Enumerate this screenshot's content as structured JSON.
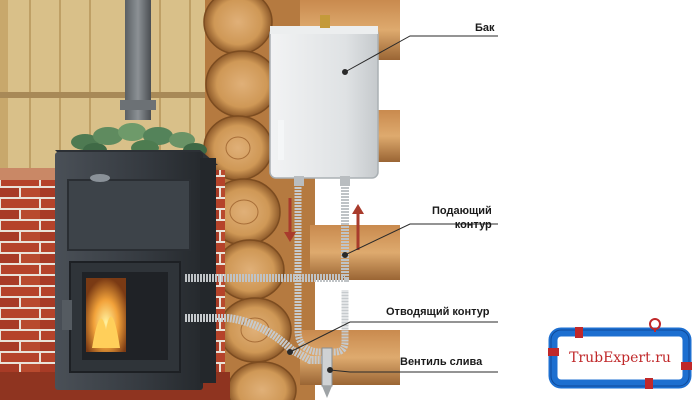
{
  "labels": {
    "tank": "Бак",
    "supply_line1": "Подающий",
    "supply_line2": "контур",
    "return": "Отводящий контур",
    "drain": "Вентиль слива"
  },
  "logo": {
    "text": "TrubExpert.ru"
  },
  "colors": {
    "brick": "#b5432a",
    "stove": "#3a3f45",
    "wood": "#c98f52",
    "tank": "#e3e5e7",
    "pipe": "#cfd2d4",
    "supply_arrow": "#a83b2c",
    "logo_blue": "#1d6fd0",
    "logo_red": "#c0282a"
  }
}
